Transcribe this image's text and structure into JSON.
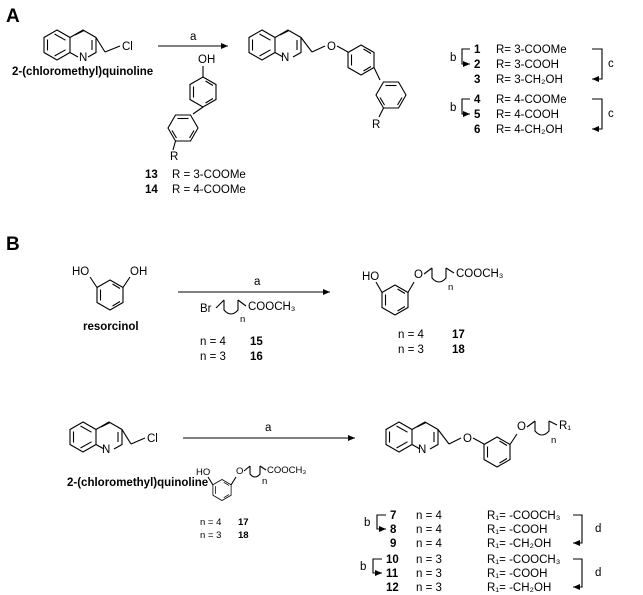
{
  "panel_a": {
    "label": "A",
    "reagent_name": "2-(chloromethyl)quinoline",
    "arrow_label": "a",
    "phenol_r": "R",
    "phenol_list": [
      {
        "num": "13",
        "text": "R = 3-COOMe"
      },
      {
        "num": "14",
        "text": "R = 4-COOMe"
      }
    ],
    "product_r": "R",
    "series": [
      {
        "num": "1",
        "text": "R= 3-COOMe"
      },
      {
        "num": "2",
        "text": "R= 3-COOH"
      },
      {
        "num": "3",
        "text": "R= 3-CH₂OH"
      },
      {
        "num": "4",
        "text": "R= 4-COOMe"
      },
      {
        "num": "5",
        "text": "R= 4-COOH"
      },
      {
        "num": "6",
        "text": "R= 4-CH₂OH"
      }
    ],
    "step_b": "b",
    "step_c": "c"
  },
  "panel_b": {
    "label": "B",
    "resorcinol_name": "resorcinol",
    "arrow_label_1": "a",
    "bromo_ester": "COOCH₃",
    "bromo_n": "n",
    "reagents": [
      {
        "n": "n = 4",
        "num": "15"
      },
      {
        "n": "n = 3",
        "num": "16"
      }
    ],
    "ester_group": "COOCH₃",
    "ester_n": "n",
    "products": [
      {
        "n": "n = 4",
        "num": "17"
      },
      {
        "n": "n = 3",
        "num": "18"
      }
    ],
    "reagent_name": "2-(chloromethyl)quinoline",
    "arrow_label_2": "a",
    "small_ester": "COOCH₃",
    "small_n": "n",
    "small_list": [
      {
        "n": "n = 4",
        "num": "17"
      },
      {
        "n": "n = 3",
        "num": "18"
      }
    ],
    "final_r": "R₁",
    "final_n": "n",
    "series": [
      {
        "num": "7",
        "n": "n = 4",
        "r": "R₁= -COOCH₃"
      },
      {
        "num": "8",
        "n": "n = 4",
        "r": "R₁= -COOH"
      },
      {
        "num": "9",
        "n": "n = 4",
        "r": "R₁= -CH₂OH"
      },
      {
        "num": "10",
        "n": "n = 3",
        "r": "R₁= -COOCH₃"
      },
      {
        "num": "11",
        "n": "n = 3",
        "r": "R₁= -COOH"
      },
      {
        "num": "12",
        "n": "n = 3",
        "r": "R₁= -CH₂OH"
      }
    ],
    "step_b": "b",
    "step_d": "d"
  },
  "atoms": {
    "cl": "Cl",
    "n": "N",
    "o": "O",
    "oh": "OH",
    "ho": "HO",
    "br": "Br"
  }
}
